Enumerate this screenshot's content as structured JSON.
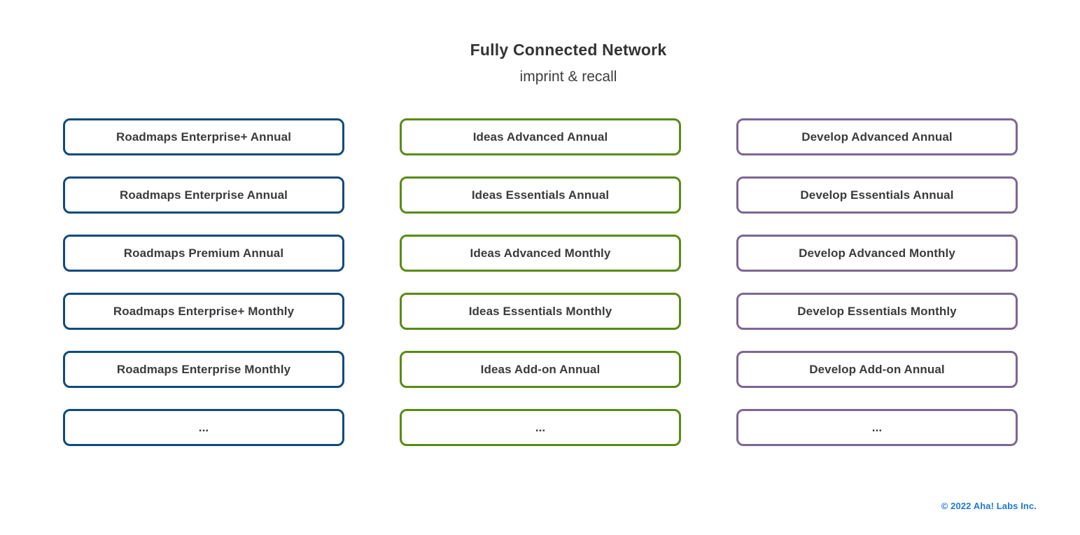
{
  "page": {
    "title": "Fully Connected Network",
    "subtitle": "imprint & recall",
    "footer": "© 2022 Aha! Labs Inc.",
    "background_color": "#ffffff",
    "title_color": "#333333",
    "node_text_color": "#3b3b3b",
    "footer_color": "#1e78d7"
  },
  "columns": [
    {
      "name": "roadmaps",
      "border_color": "#0e4a7d",
      "nodes": [
        "Roadmaps Enterprise+ Annual",
        "Roadmaps Enterprise Annual",
        "Roadmaps Premium Annual",
        "Roadmaps Enterprise+ Monthly",
        "Roadmaps Enterprise Monthly",
        "..."
      ]
    },
    {
      "name": "ideas",
      "border_color": "#568c12",
      "nodes": [
        "Ideas Advanced Annual",
        "Ideas Essentials Annual",
        "Ideas Advanced Monthly",
        "Ideas Essentials Monthly",
        "Ideas Add-on Annual",
        "..."
      ]
    },
    {
      "name": "develop",
      "border_color": "#7d6694",
      "nodes": [
        "Develop Advanced Annual",
        "Develop Essentials Annual",
        "Develop Advanced Monthly",
        "Develop Essentials Monthly",
        "Develop Add-on Annual",
        "..."
      ]
    }
  ]
}
